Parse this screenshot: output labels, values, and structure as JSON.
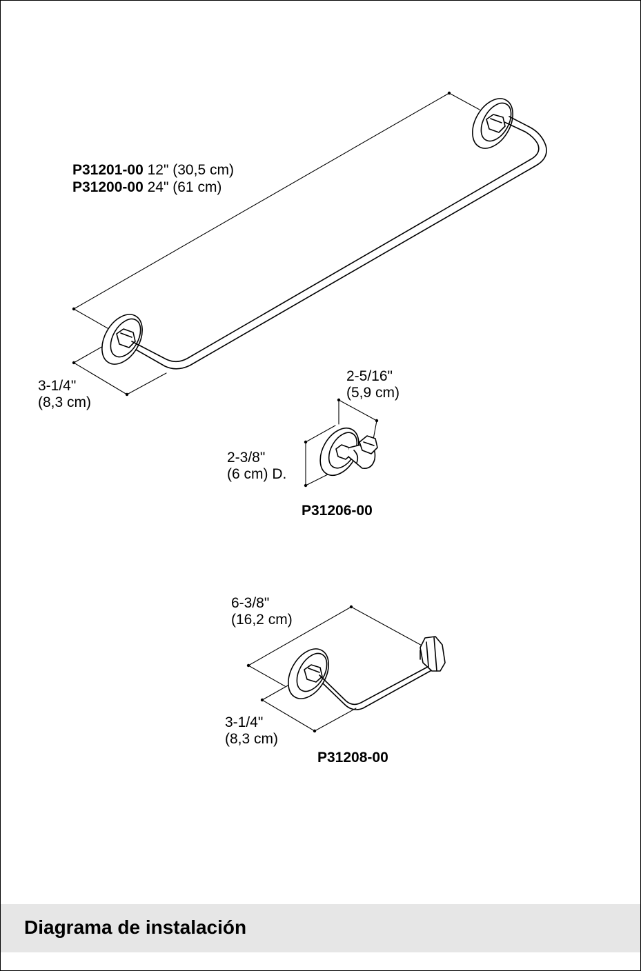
{
  "towel_bar": {
    "models": [
      {
        "code": "P31201-00",
        "size": "12\" (30,5 cm)"
      },
      {
        "code": "P31200-00",
        "size": "24\" (61 cm)"
      }
    ],
    "projection": {
      "line1": "3-1/4\"",
      "line2": "(8,3 cm)"
    }
  },
  "robe_hook": {
    "code": "P31206-00",
    "projection": {
      "line1": "2-5/16\"",
      "line2": "(5,9 cm)"
    },
    "diameter": {
      "line1": "2-3/8\"",
      "line2": "(6 cm) D."
    }
  },
  "paper_holder": {
    "code": "P31208-00",
    "width": {
      "line1": "6-3/8\"",
      "line2": "(16,2 cm)"
    },
    "projection": {
      "line1": "3-1/4\"",
      "line2": "(8,3 cm)"
    }
  },
  "footer": {
    "title": "Diagrama de instalación"
  },
  "colors": {
    "line": "#000000",
    "footer_band": "#e6e6e6"
  }
}
